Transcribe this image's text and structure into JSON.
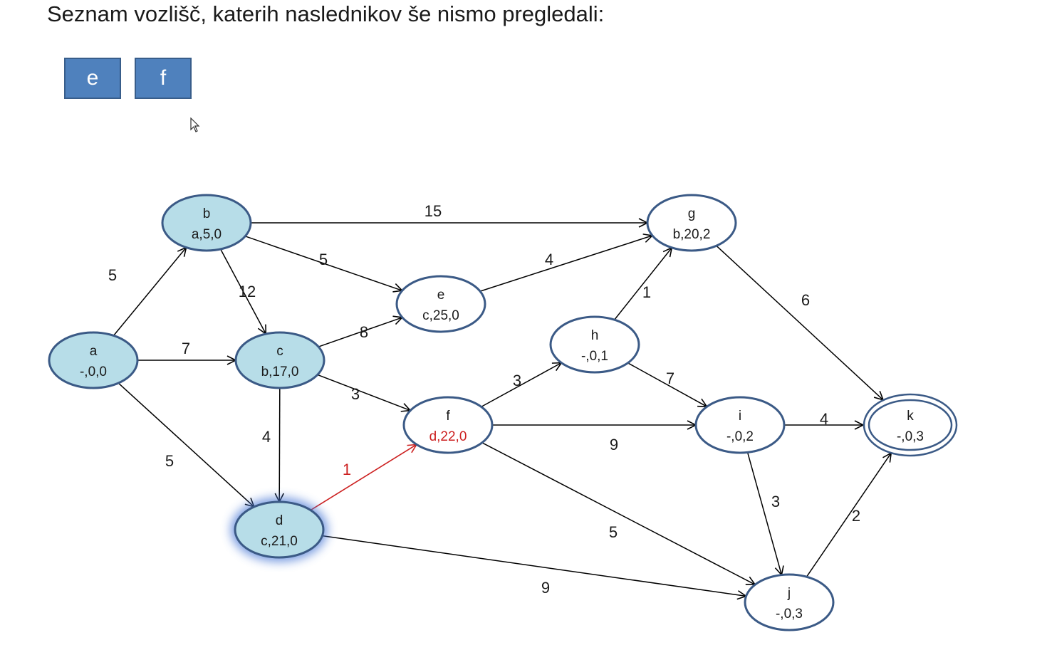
{
  "title": "Seznam vozlišč, katerih naslednikov še nismo pregledali:",
  "queue": [
    "e",
    "f"
  ],
  "colors": {
    "visited_fill": "#b7dde8",
    "unvisited_fill": "#ffffff",
    "node_stroke": "#3b5a86",
    "edge": "#000000",
    "highlight_edge": "#cc1f1f",
    "queue_box": "#4f81bd"
  },
  "graph": {
    "nodes": [
      {
        "id": "a",
        "label": "-,0,0",
        "visited": true
      },
      {
        "id": "b",
        "label": "a,5,0",
        "visited": true
      },
      {
        "id": "c",
        "label": "b,17,0",
        "visited": true
      },
      {
        "id": "d",
        "label": "c,21,0",
        "visited": true,
        "current": true
      },
      {
        "id": "e",
        "label": "c,25,0",
        "visited": false
      },
      {
        "id": "f",
        "label": "d,22,0",
        "visited": false,
        "label_highlight": true
      },
      {
        "id": "g",
        "label": "b,20,2",
        "visited": false
      },
      {
        "id": "h",
        "label": "-,0,1",
        "visited": false
      },
      {
        "id": "i",
        "label": "-,0,2",
        "visited": false
      },
      {
        "id": "j",
        "label": "-,0,3",
        "visited": false
      },
      {
        "id": "k",
        "label": "-,0,3",
        "visited": false,
        "target": true
      }
    ],
    "edges": [
      {
        "from": "a",
        "to": "b",
        "weight": "5"
      },
      {
        "from": "a",
        "to": "c",
        "weight": "7"
      },
      {
        "from": "a",
        "to": "d",
        "weight": "5"
      },
      {
        "from": "b",
        "to": "g",
        "weight": "15"
      },
      {
        "from": "b",
        "to": "e",
        "weight": "5"
      },
      {
        "from": "b",
        "to": "c",
        "weight": "12"
      },
      {
        "from": "c",
        "to": "e",
        "weight": "8"
      },
      {
        "from": "c",
        "to": "f",
        "weight": "3"
      },
      {
        "from": "c",
        "to": "d",
        "weight": "4"
      },
      {
        "from": "d",
        "to": "f",
        "weight": "1",
        "highlight": true
      },
      {
        "from": "d",
        "to": "j",
        "weight": "9"
      },
      {
        "from": "e",
        "to": "g",
        "weight": "4"
      },
      {
        "from": "f",
        "to": "h",
        "weight": "3"
      },
      {
        "from": "f",
        "to": "i",
        "weight": "9"
      },
      {
        "from": "f",
        "to": "j",
        "weight": "5"
      },
      {
        "from": "h",
        "to": "g",
        "weight": "1"
      },
      {
        "from": "h",
        "to": "i",
        "weight": "7"
      },
      {
        "from": "g",
        "to": "k",
        "weight": "6"
      },
      {
        "from": "i",
        "to": "k",
        "weight": "4"
      },
      {
        "from": "i",
        "to": "j",
        "weight": "3"
      },
      {
        "from": "j",
        "to": "k",
        "weight": "2"
      }
    ]
  }
}
